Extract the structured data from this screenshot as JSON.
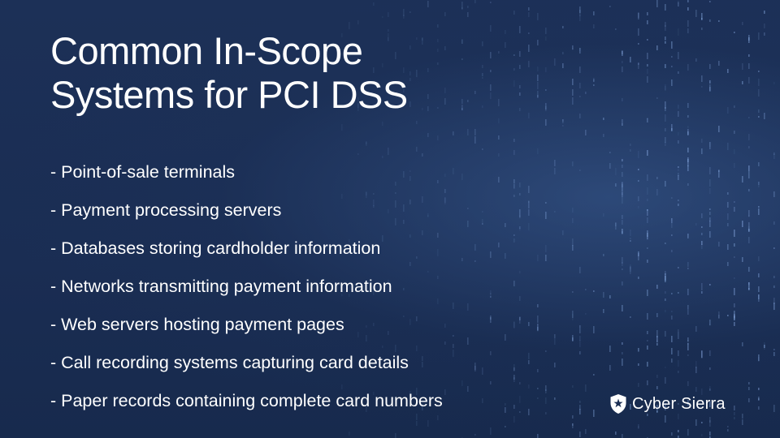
{
  "slide": {
    "title_lines": [
      "Common In-Scope",
      "Systems for PCI DSS"
    ],
    "bullets": [
      "- Point-of-sale terminals",
      "- Payment processing servers",
      "- Databases storing cardholder information",
      "- Networks transmitting payment information",
      "- Web servers hosting payment pages",
      "- Call recording systems capturing card details",
      "- Paper records containing complete card numbers"
    ]
  },
  "brand": {
    "name": "Cyber Sierra",
    "icon": "shield-star-icon"
  },
  "colors": {
    "background": "#1a2d52",
    "text": "#ffffff",
    "accent_dots": "#9fc4ff"
  }
}
